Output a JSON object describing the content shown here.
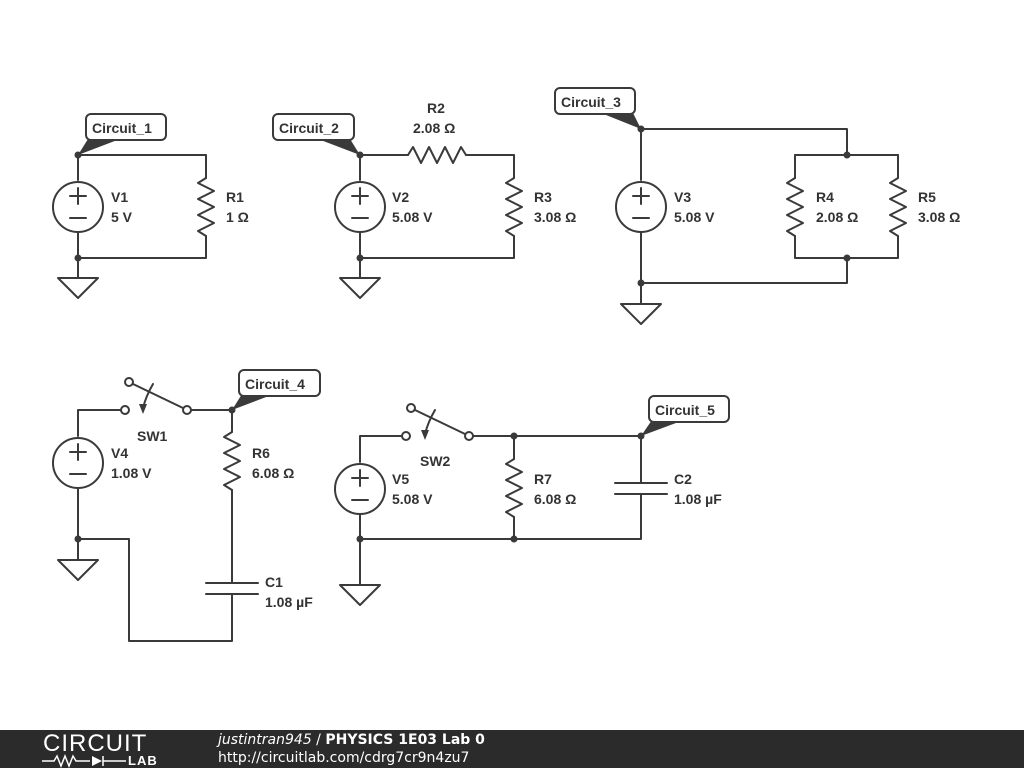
{
  "circuits": [
    {
      "flag": "Circuit_1",
      "components": [
        {
          "name": "V1",
          "value": "5 V"
        },
        {
          "name": "R1",
          "value": "1 Ω"
        }
      ]
    },
    {
      "flag": "Circuit_2",
      "components": [
        {
          "name": "V2",
          "value": "5.08 V"
        },
        {
          "name": "R2",
          "value": "2.08 Ω"
        },
        {
          "name": "R3",
          "value": "3.08 Ω"
        }
      ]
    },
    {
      "flag": "Circuit_3",
      "components": [
        {
          "name": "V3",
          "value": "5.08 V"
        },
        {
          "name": "R4",
          "value": "2.08 Ω"
        },
        {
          "name": "R5",
          "value": "3.08 Ω"
        }
      ]
    },
    {
      "flag": "Circuit_4",
      "components": [
        {
          "name": "V4",
          "value": "1.08 V"
        },
        {
          "name": "SW1",
          "value": ""
        },
        {
          "name": "R6",
          "value": "6.08 Ω"
        },
        {
          "name": "C1",
          "value": "1.08 µF"
        }
      ]
    },
    {
      "flag": "Circuit_5",
      "components": [
        {
          "name": "V5",
          "value": "5.08 V"
        },
        {
          "name": "SW2",
          "value": ""
        },
        {
          "name": "R7",
          "value": "6.08 Ω"
        },
        {
          "name": "C2",
          "value": "1.08 µF"
        }
      ]
    }
  ],
  "footer": {
    "logo_top": "CIRCUIT",
    "logo_bottom": "LAB",
    "user": "justintran945",
    "separator": " / ",
    "title": "PHYSICS 1E03 Lab 0",
    "url": "http://circuitlab.com/cdrg7cr9n4zu7"
  }
}
